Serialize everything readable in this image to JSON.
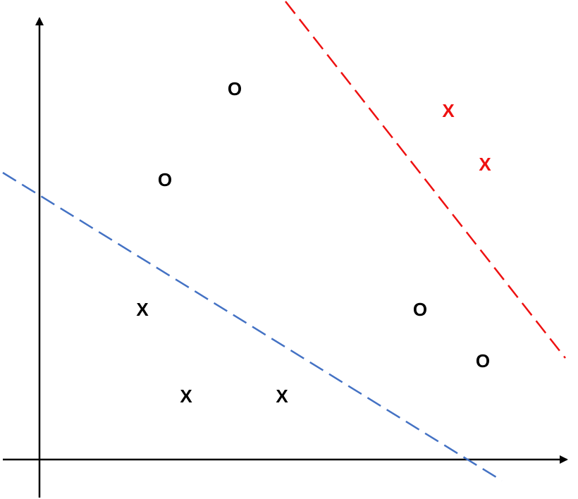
{
  "colors": {
    "axis": "#000000",
    "blue_line": "#4472c4",
    "red_line": "#ee1111",
    "black_point": "#000000",
    "red_point": "#ee1111"
  },
  "points": [
    {
      "label": "O",
      "color": "black"
    },
    {
      "label": "O",
      "color": "black"
    },
    {
      "label": "X",
      "color": "red"
    },
    {
      "label": "X",
      "color": "red"
    },
    {
      "label": "X",
      "color": "black"
    },
    {
      "label": "O",
      "color": "black"
    },
    {
      "label": "O",
      "color": "black"
    },
    {
      "label": "X",
      "color": "black"
    },
    {
      "label": "X",
      "color": "black"
    }
  ],
  "lines": [
    {
      "style": "dashed",
      "color": "blue"
    },
    {
      "style": "dashed",
      "color": "red"
    }
  ]
}
